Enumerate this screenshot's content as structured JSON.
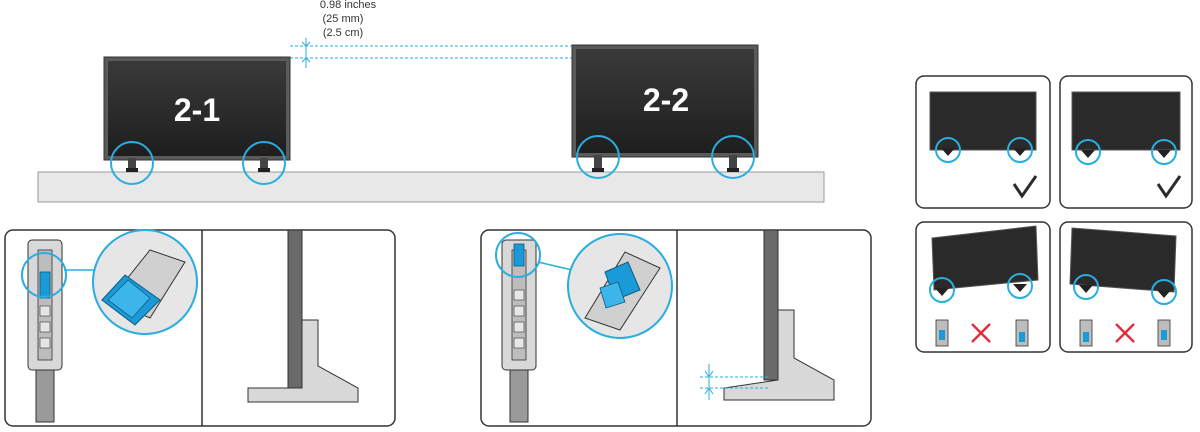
{
  "measurement": {
    "inches": "0.98 inches",
    "mm": "(25 mm)",
    "cm": "(2.5 cm)"
  },
  "tvs": {
    "left_label": "2-1",
    "right_label": "2-2"
  },
  "colors": {
    "accent": "#29aee0",
    "stand_blue": "#1a9bd7",
    "check": "#2b2b2b",
    "cross": "#e0303c",
    "screen": "#2a2a2a",
    "bezel": "#5a5a5a",
    "shelf": "#e8e8e8"
  },
  "status_icons": {
    "correct": "check-mark-icon",
    "incorrect": "cross-mark-icon"
  }
}
